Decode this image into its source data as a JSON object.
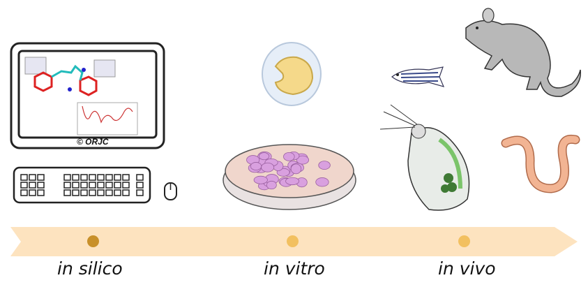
{
  "stages": [
    {
      "label": "in silico",
      "dot_color": "#c8902a"
    },
    {
      "label": "in vitro",
      "dot_color": "#f2c060"
    },
    {
      "label": "in vivo",
      "dot_color": "#f2c060"
    }
  ],
  "monitor": {
    "copyright": "© ORJC"
  },
  "colors": {
    "arrow": "#fde3bf",
    "dish": "#f0d8d0",
    "cells": "#d9a0df",
    "rat": "#b5b5b5",
    "worm": "#f2b493"
  }
}
